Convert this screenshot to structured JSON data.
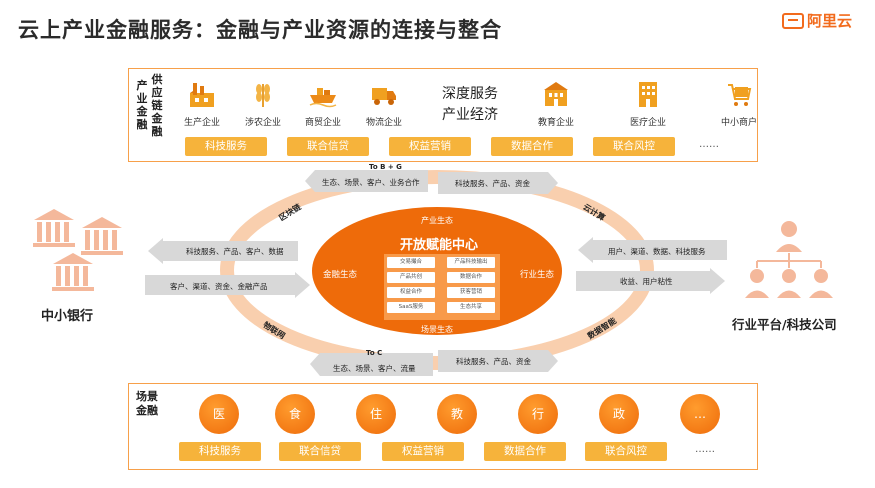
{
  "title": "云上产业金融服务：金融与产业资源的连接与整合",
  "logo": {
    "text": "阿里云",
    "icon": "aliyun-logo-icon"
  },
  "colors": {
    "orange": "#ee6b0a",
    "pill": "#f6b33b",
    "gray_arrow": "#d8d8d8",
    "peach": "#f9cfae"
  },
  "top": {
    "label_outer": "产业金融",
    "label_inner": "供应链金融",
    "enterprises": [
      {
        "label": "生产企业",
        "icon": "factory-icon"
      },
      {
        "label": "涉农企业",
        "icon": "wheat-icon"
      },
      {
        "label": "商贸企业",
        "icon": "ship-icon"
      },
      {
        "label": "物流企业",
        "icon": "truck-icon"
      },
      {
        "label": "教育企业",
        "icon": "school-icon"
      },
      {
        "label": "医疗企业",
        "icon": "hospital-icon"
      },
      {
        "label": "中小商户",
        "icon": "shop-icon"
      }
    ],
    "middle_line1": "深度服务",
    "middle_line2": "产业经济",
    "pills": [
      "科技服务",
      "联合信贷",
      "权益营销",
      "数据合作",
      "联合风控"
    ],
    "more": "……"
  },
  "bottom": {
    "label": "场景金融",
    "circles": [
      "医",
      "食",
      "住",
      "教",
      "行",
      "政",
      "…"
    ],
    "pills": [
      "科技服务",
      "联合信贷",
      "权益营销",
      "数据合作",
      "联合风控"
    ],
    "more": "……"
  },
  "center": {
    "title": "开放赋能中心",
    "industry_eco": "产业生态",
    "finance_eco": "金融生态",
    "trade_eco": "行业生态",
    "scene_eco": "场景生态",
    "modules": [
      "交易撮合",
      "产品科技输出",
      "产品共创",
      "数据合作",
      "权益合作",
      "获客营销",
      "SaaS服务",
      "生态共享"
    ]
  },
  "ring": {
    "to_bg": "To B + G",
    "to_bg_text": "生态、场景、客户、业务合作",
    "to_c": "To C",
    "to_c_text": "生态、场景、客户、流量",
    "blockchain": "区块链",
    "cloud": "云计算",
    "iot": "物联网",
    "data_intel": "数据智能",
    "top_right_arrow": "科技服务、产品、资金",
    "bottom_right_arrow": "科技服务、产品、资金"
  },
  "left": {
    "label": "中小银行",
    "arrow_in": "科技服务、产品、客户、数据",
    "arrow_out": "客户、渠道、资金、金融产品"
  },
  "right": {
    "label": "行业平台/科技公司",
    "arrow_in": "用户、渠道、数据、科技服务",
    "arrow_out": "收益、用户粘性"
  }
}
